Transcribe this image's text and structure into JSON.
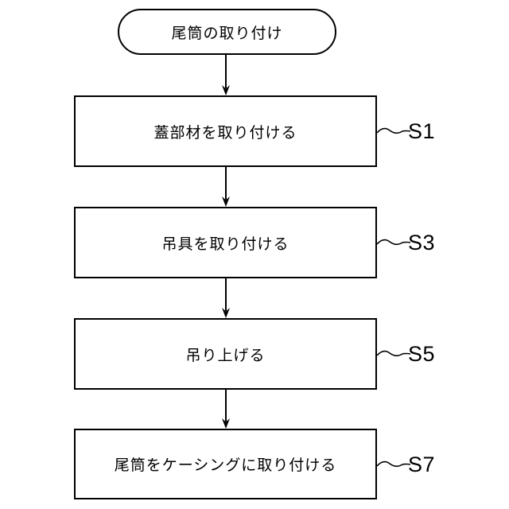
{
  "flowchart": {
    "start_label": "尾筒の取り付け",
    "steps": [
      {
        "label": "蓋部材を取り付ける",
        "id": "S1"
      },
      {
        "label": "吊具を取り付ける",
        "id": "S3"
      },
      {
        "label": "吊り上げる",
        "id": "S5"
      },
      {
        "label": "尾筒をケーシングに取り付ける",
        "id": "S7"
      }
    ],
    "colors": {
      "line": "#000000",
      "background": "#ffffff",
      "text": "#000000"
    }
  }
}
